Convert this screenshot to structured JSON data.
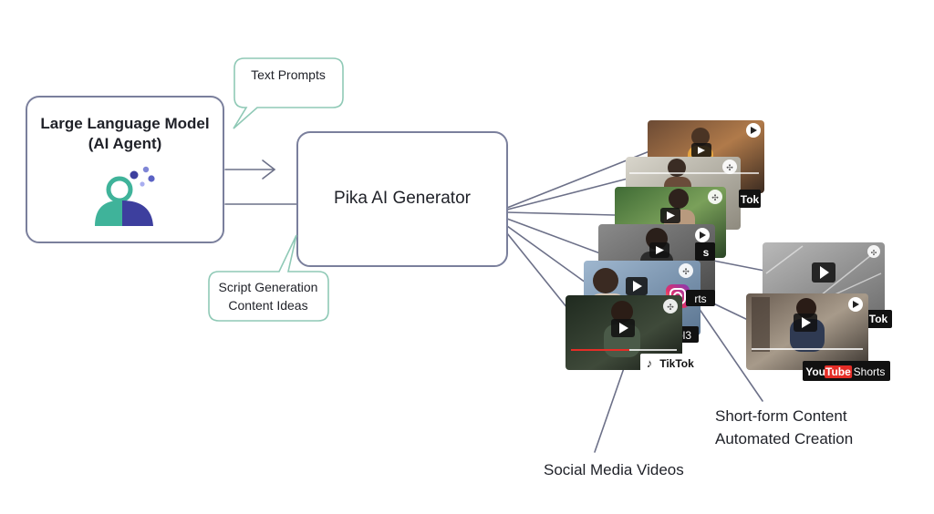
{
  "llm_box": {
    "title_line1": "Large Language Model",
    "title_line2": "(AI Agent)",
    "border_color": "#7a7f9c",
    "icon": "ai-agent-icon"
  },
  "text_prompts_bubble": {
    "label": "Text Prompts",
    "border_color": "#8fc9b6"
  },
  "script_bubble": {
    "line1": "Script Generation",
    "line2": "Content Ideas",
    "border_color": "#8fc9b6"
  },
  "generator_box": {
    "label": "Pika AI Generator",
    "border_color": "#7a7f9c"
  },
  "video_cards": {
    "tiktok_label": "TikTok",
    "youtube_label_brand": "YouTube",
    "youtube_label_shorts": "Shorts",
    "partial_shorts_label": "rts",
    "partial_tok_label": "Tok",
    "partial_reels_label": "ol3",
    "play_icon": "play-icon",
    "instagram_icon": "instagram-icon",
    "tiktok_icon": "tiktok-icon"
  },
  "annotations": {
    "short_form_line1": "Short-form Content",
    "short_form_line2": "Automated Creation",
    "social_media": "Social Media Videos"
  },
  "colors": {
    "teal": "#3fb39a",
    "indigo": "#3d3f9e",
    "connector": "#6c7088",
    "youtube_red": "#e52d27"
  }
}
